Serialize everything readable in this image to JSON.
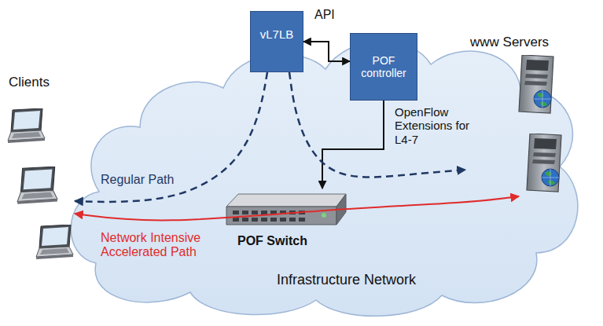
{
  "diagram": {
    "nodes": [
      {
        "text": [
          "vL7LB"
        ]
      },
      {
        "text": [
          "POF controller"
        ]
      },
      {
        "text": [
          "POF Switch"
        ]
      },
      {
        "text": [
          "Clients"
        ]
      },
      {
        "text": [
          "www Servers"
        ]
      }
    ],
    "edges": [
      {
        "from": 0,
        "to": 1,
        "arrow": "both"
      },
      {
        "from": 1,
        "to": 2,
        "arrow": "to",
        "label": "OpenFlow Extensions for L4-7"
      },
      {
        "from": 0,
        "to": 3,
        "arrow": "to",
        "label": "Regular Path"
      },
      {
        "from": 0,
        "to": 4,
        "arrow": "to"
      },
      {
        "from": 3,
        "to": 4,
        "arrow": "both",
        "label": "Network Intensive Accelerated Path"
      }
    ],
    "labels": [
      "API",
      "Infrastructure Network"
    ]
  }
}
